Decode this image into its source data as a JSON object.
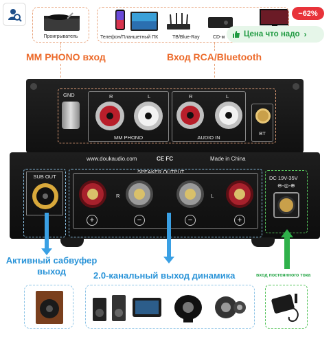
{
  "corner_icons": {
    "search": "search-user-icon"
  },
  "top_sources": {
    "turntable_label": "Проигрыватель",
    "devices_label": "Телефон/Планшетный ПК",
    "tv_label": "TB/Blue-Ray",
    "cd_label": "CD-м"
  },
  "promo": {
    "discount": "−62%",
    "deal_label": "Цена что надо",
    "colors": {
      "discount_bg": "#e8333a",
      "deal_bg": "#e6f6e9",
      "deal_text": "#1f9a41"
    }
  },
  "titles": {
    "mm_phono": "MM PHONO вход",
    "rca_bt": "Вход RCA/Bluetooth",
    "subwoofer": "Активный сабвуфер выход",
    "speaker": "2.0-канальный выход динамика",
    "dc_input": "вход постоянного тока"
  },
  "panel": {
    "gnd": "GND",
    "r": "R",
    "l": "L",
    "mm_phono": "MM PHONO",
    "audio_in": "AUDIO IN",
    "bt": "BT",
    "website": "www.doukaudio.com",
    "certs": "CE FC",
    "made_in": "Made in China",
    "sub_out": "SUB OUT",
    "speaker_output": "SPEAKER OUTPUT",
    "dc": "DC 19V-35V",
    "plus": "+",
    "minus": "−"
  },
  "colors": {
    "orange": "#ec6a2a",
    "blue": "#2b94d8",
    "green": "#2aa84a"
  }
}
